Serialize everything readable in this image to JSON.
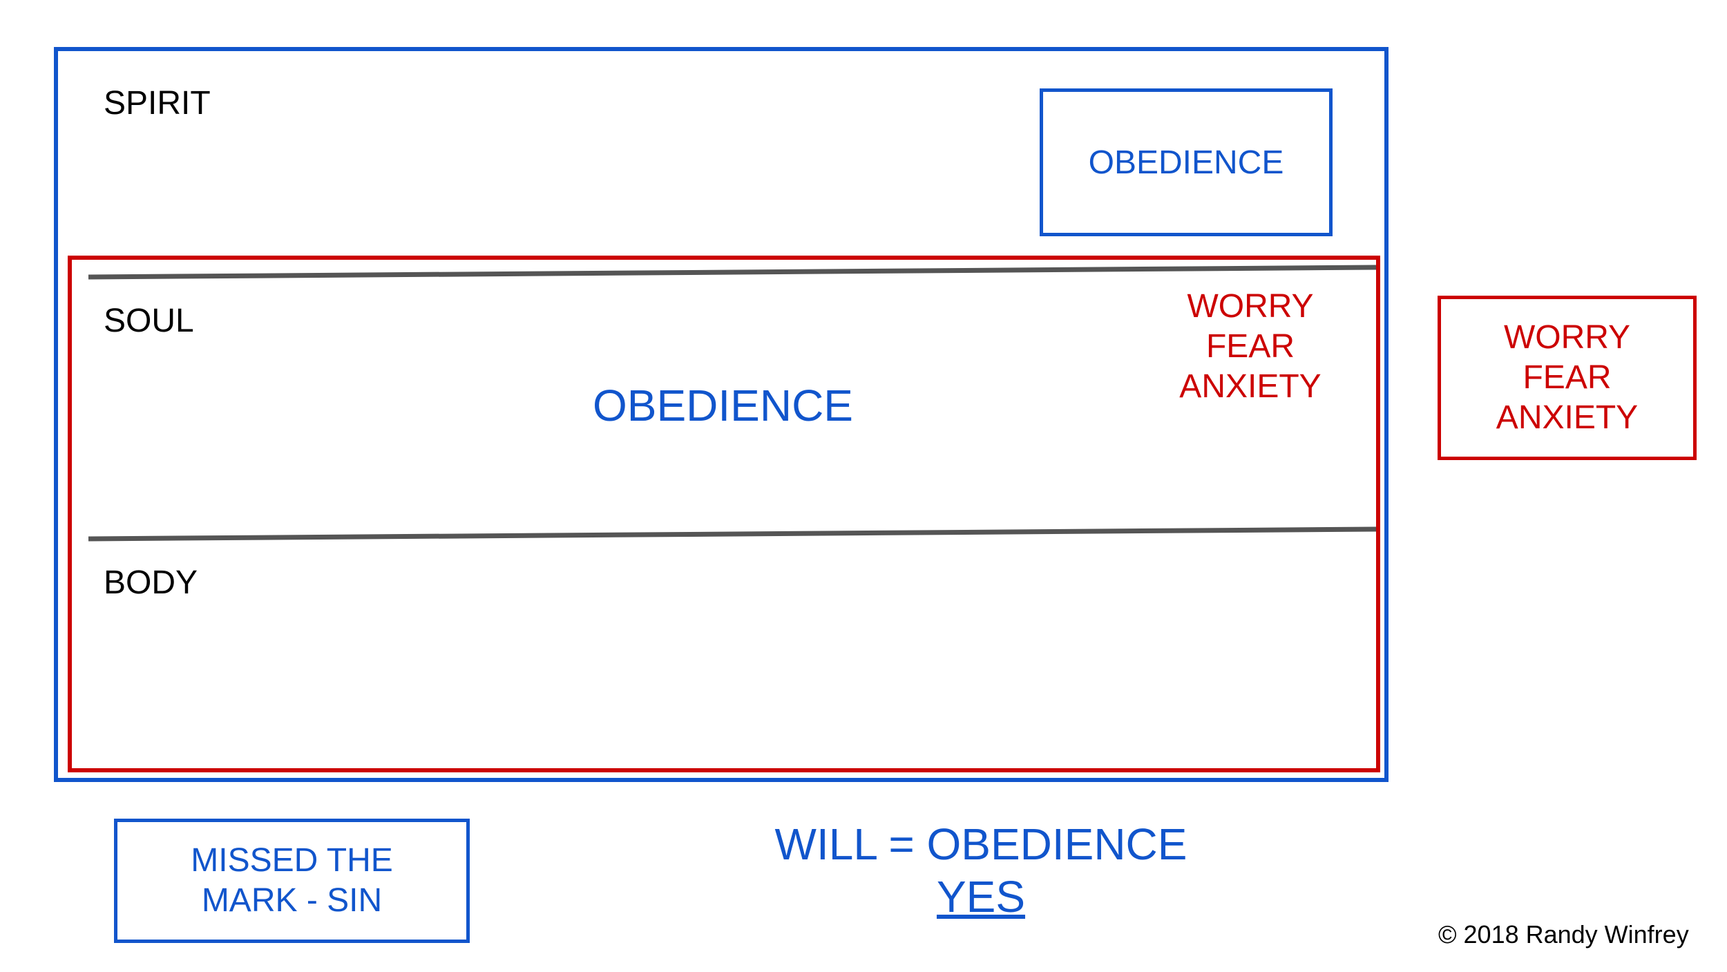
{
  "labels": {
    "spirit": "SPIRIT",
    "soul": "SOUL",
    "body": "BODY"
  },
  "spirit_box": {
    "text": "OBEDIENCE"
  },
  "soul_center": {
    "text": "OBEDIENCE"
  },
  "inner_feelings": [
    "WORRY",
    "FEAR",
    "ANXIETY"
  ],
  "outer_feelings": [
    "WORRY",
    "FEAR",
    "ANXIETY"
  ],
  "missed_box": {
    "lines": [
      "MISSED THE",
      "MARK - SIN"
    ]
  },
  "will": {
    "line1": "WILL = OBEDIENCE",
    "line2": "YES"
  },
  "copyright": "© 2018 Randy Winfrey",
  "colors": {
    "blue": "#1155cc",
    "red": "#cc0000",
    "divider": "#555555",
    "text": "#000000"
  }
}
